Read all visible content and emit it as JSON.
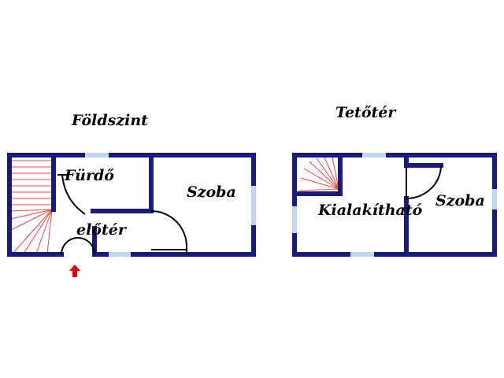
{
  "floors": [
    {
      "title": "Földszint",
      "rooms": {
        "bathroom": "Fürdő",
        "room": "Szoba",
        "hall": "előtér"
      }
    },
    {
      "title": "Tetőtér",
      "rooms": {
        "convertible": "Kialakítható",
        "room": "Szoba"
      }
    }
  ],
  "colors": {
    "wall": "#1a1a7a",
    "window": "#c0d8ee",
    "stairs": "#e05050",
    "arrow": "#dd0000"
  },
  "entrance_icon": "arrow-up-icon"
}
